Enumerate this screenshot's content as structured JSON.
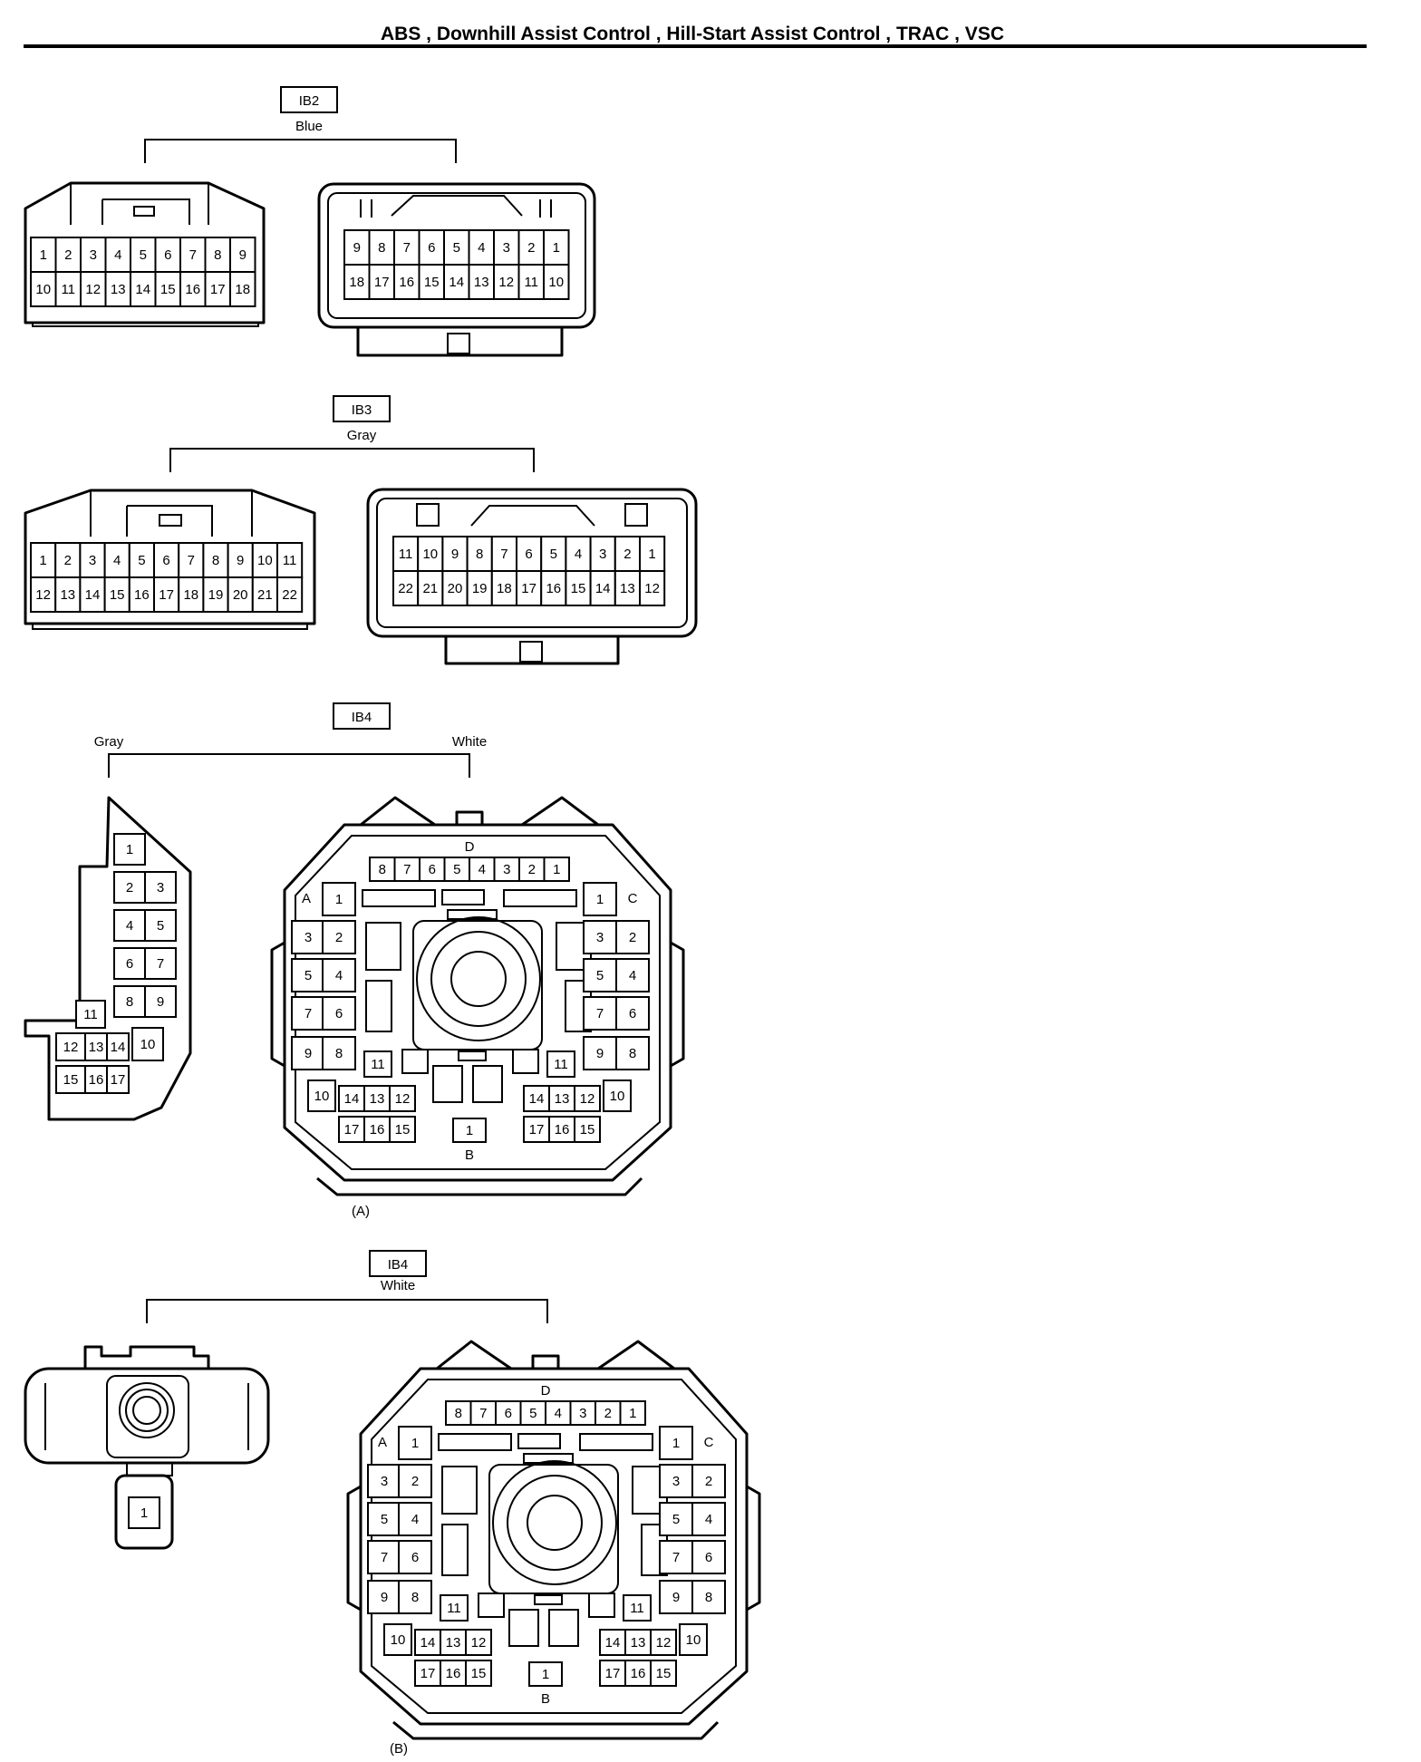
{
  "page_title": "ABS , Downhill Assist Control , Hill-Start Assist Control , TRAC , VSC",
  "connectors": {
    "ib2": {
      "code": "IB2",
      "color": "Blue",
      "left_row1": [
        "1",
        "2",
        "3",
        "4",
        "5",
        "6",
        "7",
        "8",
        "9"
      ],
      "left_row2": [
        "10",
        "11",
        "12",
        "13",
        "14",
        "15",
        "16",
        "17",
        "18"
      ],
      "right_row1": [
        "9",
        "8",
        "7",
        "6",
        "5",
        "4",
        "3",
        "2",
        "1"
      ],
      "right_row2": [
        "18",
        "17",
        "16",
        "15",
        "14",
        "13",
        "12",
        "11",
        "10"
      ]
    },
    "ib3": {
      "code": "IB3",
      "color": "Gray",
      "left_row1": [
        "1",
        "2",
        "3",
        "4",
        "5",
        "6",
        "7",
        "8",
        "9",
        "10",
        "11"
      ],
      "left_row2": [
        "12",
        "13",
        "14",
        "15",
        "16",
        "17",
        "18",
        "19",
        "20",
        "21",
        "22"
      ],
      "right_row1": [
        "11",
        "10",
        "9",
        "8",
        "7",
        "6",
        "5",
        "4",
        "3",
        "2",
        "1"
      ],
      "right_row2": [
        "22",
        "21",
        "20",
        "19",
        "18",
        "17",
        "16",
        "15",
        "14",
        "13",
        "12"
      ]
    },
    "ib4a": {
      "code": "IB4",
      "left_color": "Gray",
      "right_color": "White",
      "variant": "(A)",
      "side_pins": [
        "1",
        "2",
        "3",
        "4",
        "5",
        "6",
        "7",
        "8",
        "9",
        "10",
        "11",
        "12",
        "13",
        "14",
        "15",
        "16",
        "17"
      ],
      "section_labels": {
        "a": "A",
        "b": "B",
        "c": "C",
        "d": "D"
      },
      "d_pins": [
        "8",
        "7",
        "6",
        "5",
        "4",
        "3",
        "2",
        "1"
      ],
      "a_pins": [
        "1",
        "3",
        "2",
        "5",
        "4",
        "7",
        "6",
        "9",
        "8",
        "11",
        "10",
        "14",
        "13",
        "12",
        "17",
        "16",
        "15"
      ],
      "c_pins": [
        "1",
        "3",
        "2",
        "5",
        "4",
        "7",
        "6",
        "9",
        "8",
        "11",
        "14",
        "13",
        "12",
        "10",
        "17",
        "16",
        "15"
      ],
      "b_pins": [
        "1"
      ]
    },
    "ib4b": {
      "code": "IB4",
      "color": "White",
      "variant": "(B)",
      "side_pins": [
        "1"
      ],
      "section_labels": {
        "a": "A",
        "b": "B",
        "c": "C",
        "d": "D"
      },
      "d_pins": [
        "8",
        "7",
        "6",
        "5",
        "4",
        "3",
        "2",
        "1"
      ],
      "a_pins": [
        "1",
        "3",
        "2",
        "5",
        "4",
        "7",
        "6",
        "9",
        "8",
        "11",
        "10",
        "14",
        "13",
        "12",
        "17",
        "16",
        "15"
      ],
      "c_pins": [
        "1",
        "3",
        "2",
        "5",
        "4",
        "7",
        "6",
        "9",
        "8",
        "11",
        "14",
        "13",
        "12",
        "10",
        "17",
        "16",
        "15"
      ],
      "b_pins": [
        "1"
      ]
    }
  }
}
